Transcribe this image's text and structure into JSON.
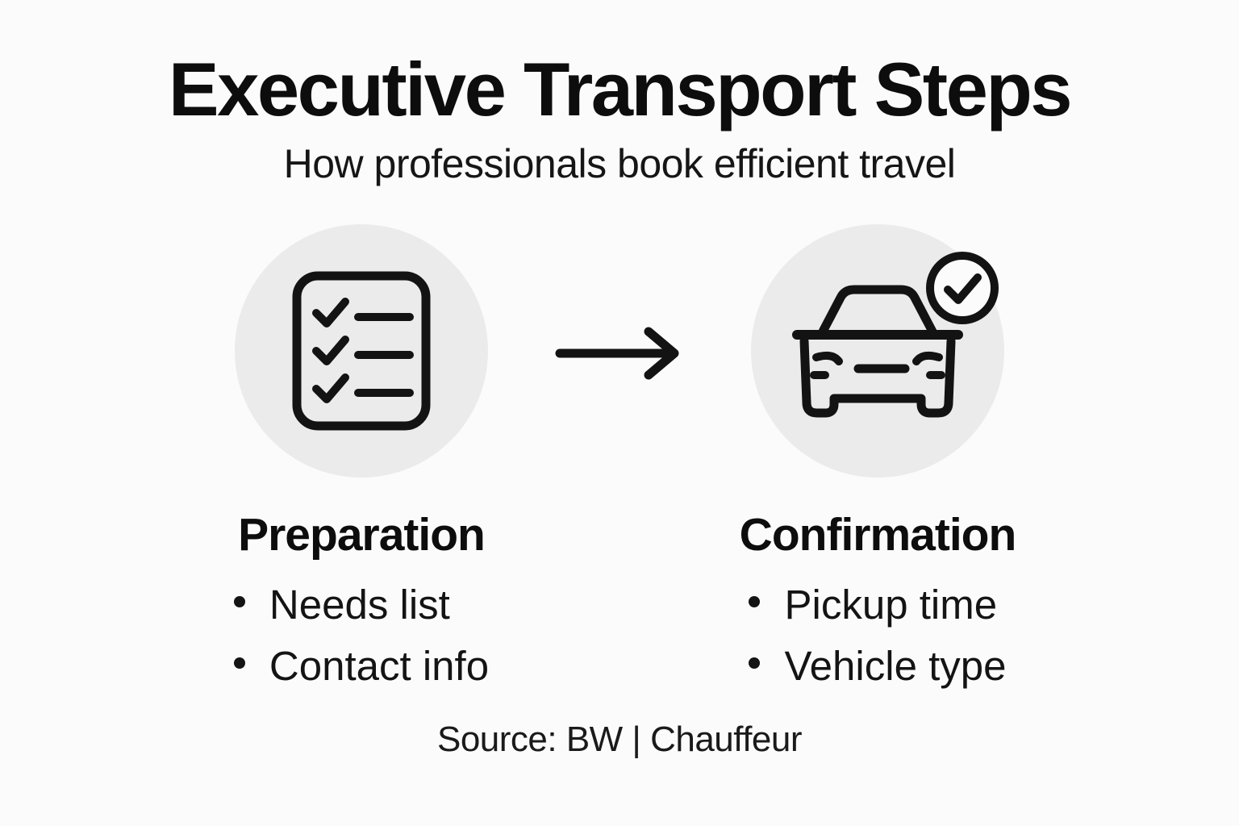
{
  "header": {
    "title": "Executive Transport Steps",
    "subtitle": "How professionals book efficient travel"
  },
  "steps": [
    {
      "title": "Preparation",
      "icon": "checklist-icon",
      "bullets": [
        "Needs list",
        "Contact info"
      ]
    },
    {
      "title": "Confirmation",
      "icon": "car-check-icon",
      "bullets": [
        "Pickup time",
        "Vehicle type"
      ]
    }
  ],
  "connector": {
    "icon": "arrow-right-icon"
  },
  "footer": {
    "source": "Source: BW | Chauffeur"
  },
  "colors": {
    "background": "#fbfbfb",
    "icon_circle": "#ebebec",
    "ink": "#131313"
  }
}
